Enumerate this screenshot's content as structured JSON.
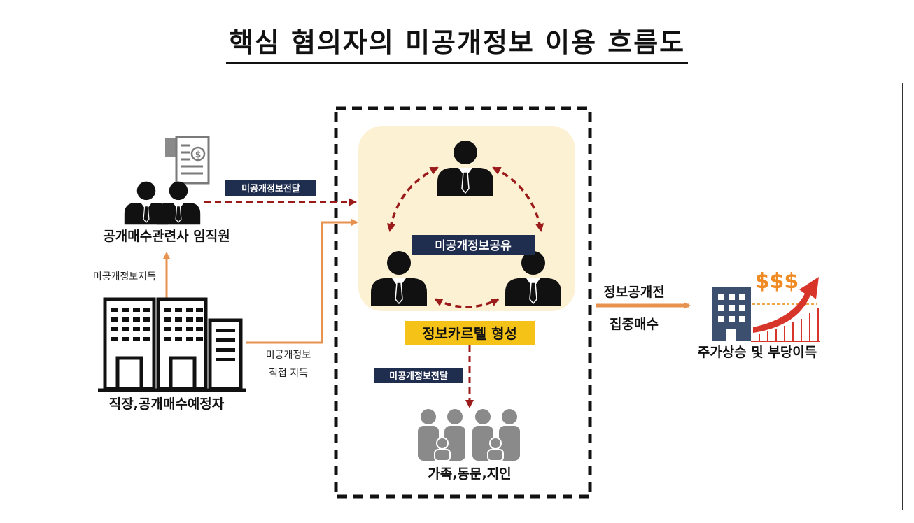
{
  "title": "핵심 혐의자의 미공개정보 이용 흐름도",
  "labels": {
    "executives": "공개매수관련사 임직원",
    "workplace": "직장,공개매수예정자",
    "knowledge_up": "미공개정보지득",
    "direct_line1": "미공개정보",
    "direct_line2": "직접 지득",
    "transfer_top": "미공개정보전달",
    "sharing": "미공개정보공유",
    "cartel": "정보카르텔 형성",
    "transfer_down": "미공개정보전달",
    "family": "가족,동문,지인",
    "before_disclosure": "정보공개전",
    "concentrated_buy": "집중매수",
    "result": "주가상승 및 부당이득",
    "dollar_signs": "$$$"
  },
  "colors": {
    "orange_arrow": "#e8924f",
    "dashed_red": "#9b1b1b",
    "navy_label": "#1f2d4f",
    "label_text": "#ffffff",
    "cartel_bg": "#f5c318",
    "core_bg": "#fdf1d4",
    "person": "#111111",
    "family_gray": "#8a8a8a",
    "building_blue": "#3d4f6e",
    "chart_red": "#d8352a",
    "dollar_orange": "#f08a22"
  },
  "icons": [
    "document-dollar-icon",
    "executives-icon",
    "office-buildings-icon",
    "person-icon",
    "family-icon",
    "building-icon",
    "rising-chart-icon"
  ]
}
